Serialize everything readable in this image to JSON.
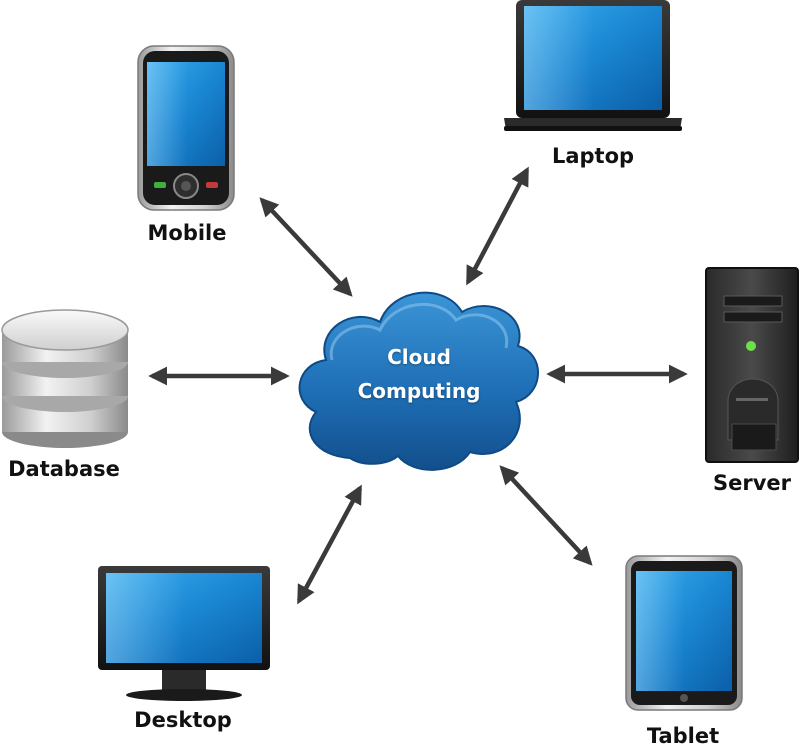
{
  "center": {
    "line1": "Cloud",
    "line2": "Computing",
    "color": "#1a6fb5"
  },
  "nodes": {
    "mobile": "Mobile",
    "laptop": "Laptop",
    "database": "Database",
    "server": "Server",
    "desktop": "Desktop",
    "tablet": "Tablet"
  },
  "colors": {
    "screen_blue": "#1e8fd8",
    "arrow": "#3a3a3a",
    "device_black": "#1c1c1c"
  }
}
